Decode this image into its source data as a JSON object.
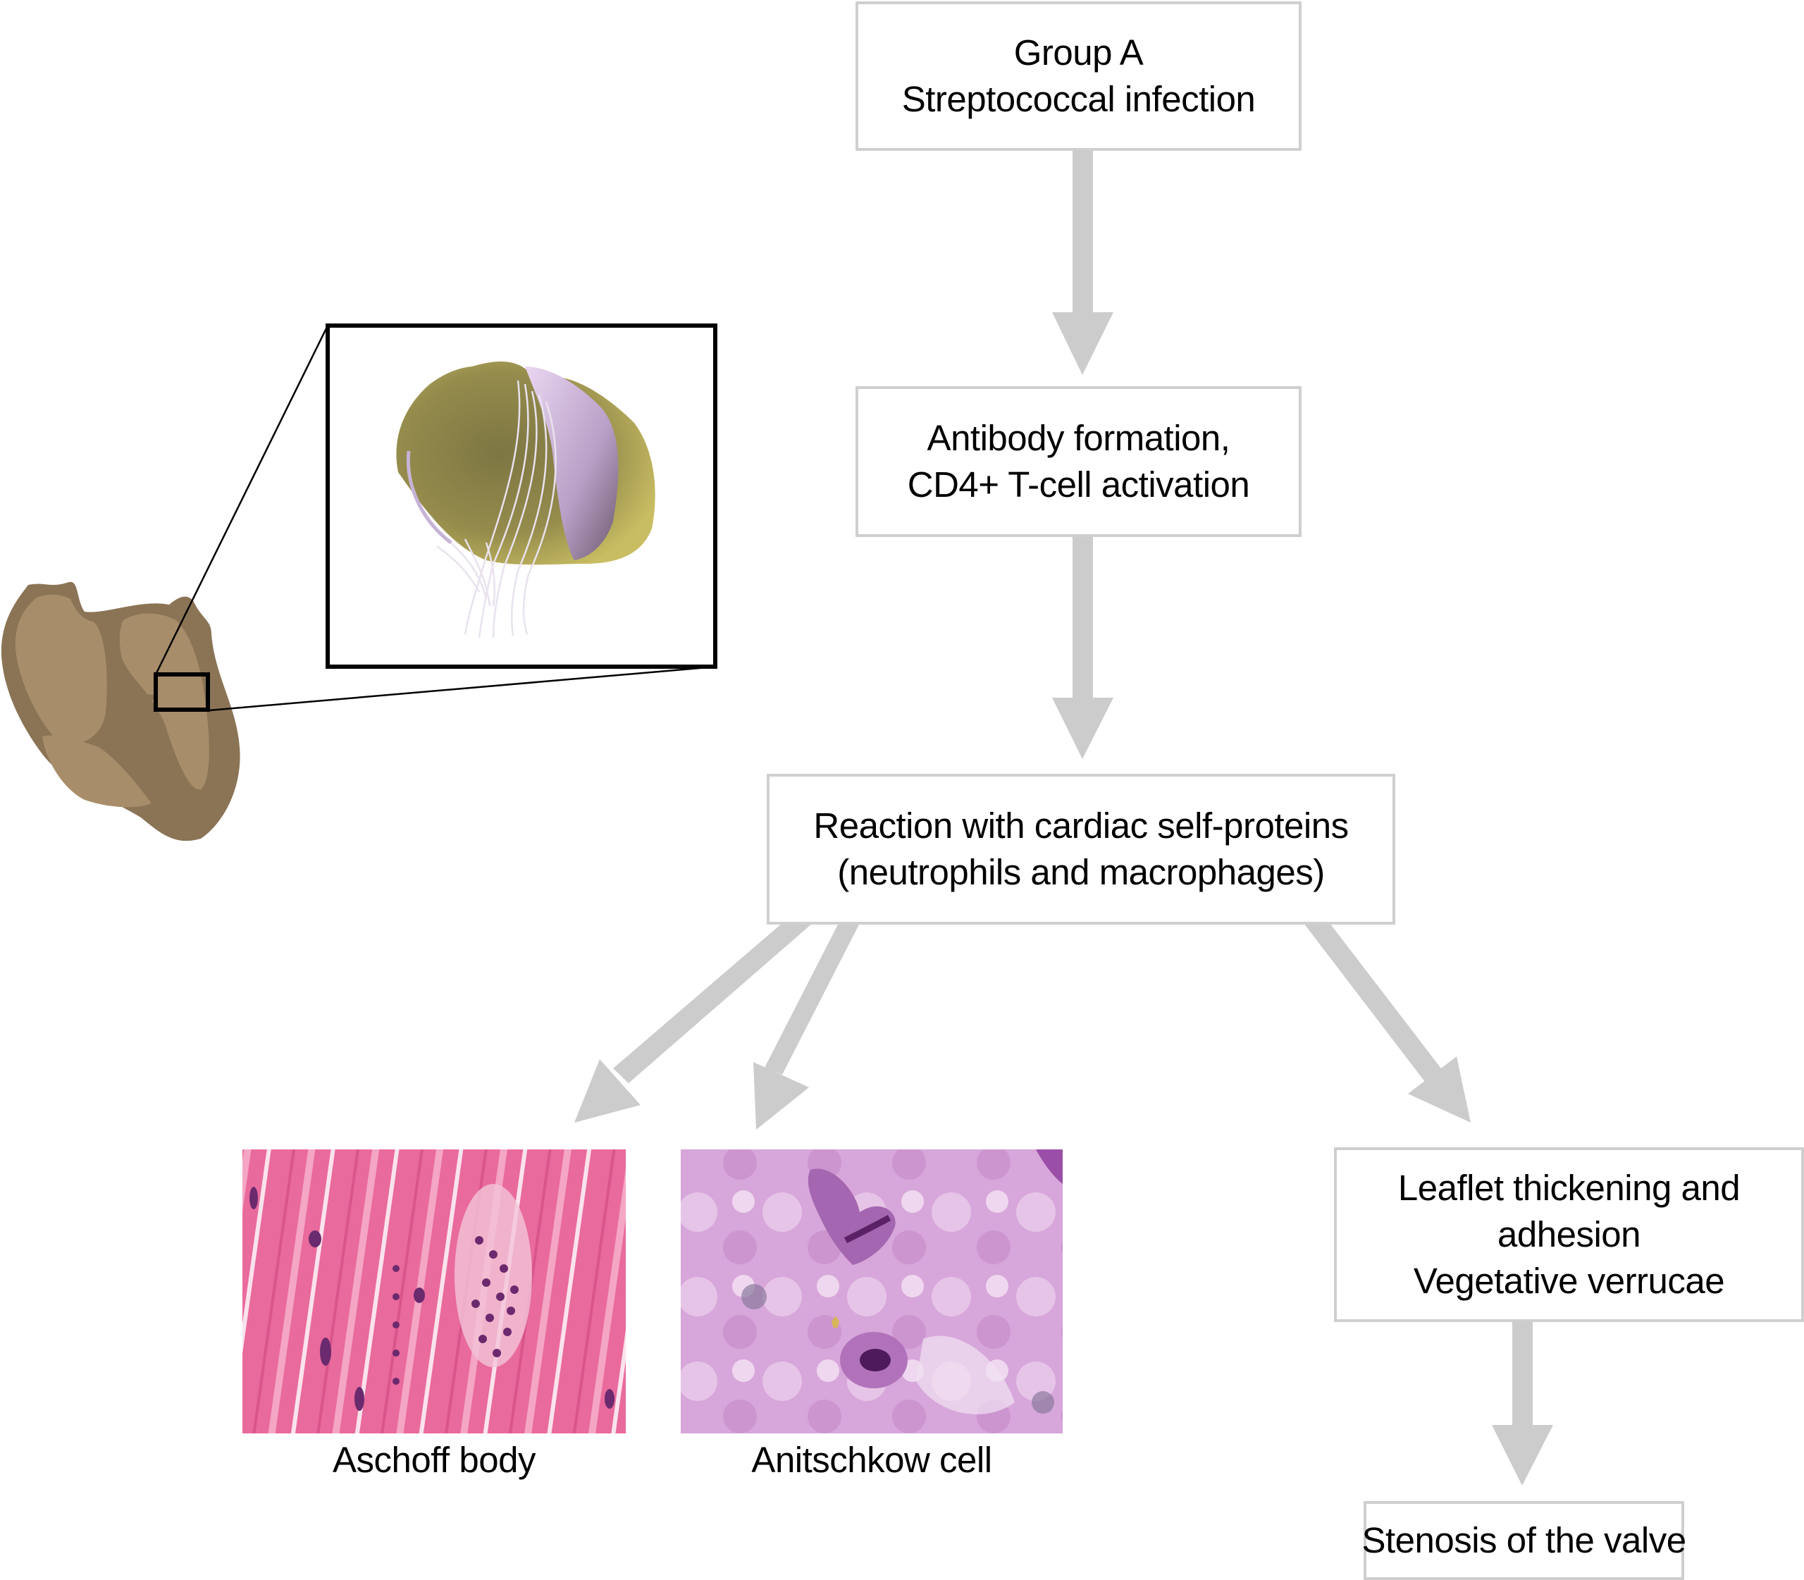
{
  "diagram": {
    "title": "Pathogenesis of rheumatic heart disease",
    "colors": {
      "arrow": "#cccccc",
      "box_border": "#cfcfcf",
      "heart_outer": "#8a7455",
      "heart_inner": "#a88d6a",
      "callout_frame": "#000000",
      "valve_gold": "#a39a52",
      "valve_lilac": "#c9b3dc",
      "aschoff_pink": "#e8679a",
      "anitschkow_purple": "#c98fcf"
    },
    "nodes": [
      {
        "id": "strep-infection",
        "lines": [
          "Group A",
          "Streptococcal infection"
        ]
      },
      {
        "id": "antibody-formation",
        "lines": [
          "Antibody formation,",
          "CD4+ T-cell activation"
        ]
      },
      {
        "id": "cardiac-reaction",
        "lines": [
          "Reaction with cardiac self-proteins",
          "(neutrophils and macrophages)"
        ]
      },
      {
        "id": "leaflet-thickening",
        "lines": [
          "Leaflet thickening and",
          "adhesion",
          "Vegetative verrucae"
        ]
      },
      {
        "id": "valve-stenosis",
        "lines": [
          "Stenosis of the valve"
        ]
      }
    ],
    "images": [
      {
        "id": "aschoff-body",
        "caption": "Aschoff body",
        "kind": "H&E histology micrograph"
      },
      {
        "id": "anitschkow-cell",
        "caption": "Anitschkow cell",
        "kind": "H&E histology micrograph"
      },
      {
        "id": "heart",
        "kind": "heart illustration"
      },
      {
        "id": "valve-callout",
        "kind": "magnified mitral valve with chordae tendineae"
      }
    ],
    "edges": [
      {
        "from": "strep-infection",
        "to": "antibody-formation"
      },
      {
        "from": "antibody-formation",
        "to": "cardiac-reaction"
      },
      {
        "from": "cardiac-reaction",
        "to": "aschoff-body"
      },
      {
        "from": "cardiac-reaction",
        "to": "anitschkow-cell"
      },
      {
        "from": "cardiac-reaction",
        "to": "leaflet-thickening"
      },
      {
        "from": "leaflet-thickening",
        "to": "valve-stenosis"
      }
    ]
  }
}
